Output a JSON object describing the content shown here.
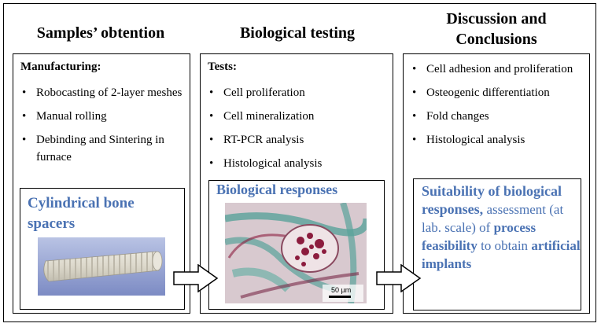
{
  "columns": [
    {
      "title": "Samples’ obtention",
      "panel_title": "Manufacturing:",
      "items": [
        "Robocasting of 2-layer meshes",
        "Manual rolling",
        "Debinding and Sintering in furnace"
      ],
      "inner_title": "Cylindrical bone spacers",
      "image_name": "cylindrical-spacer-photo"
    },
    {
      "title": "Biological testing",
      "panel_title": "Tests:",
      "items": [
        "Cell proliferation",
        "Cell mineralization",
        "RT-PCR analysis",
        "Histological analysis"
      ],
      "inner_title": "Biological responses",
      "image_name": "histology-micrograph",
      "scale_label": "50 µm"
    },
    {
      "title": "Discussion and Conclusions",
      "items": [
        "Cell adhesion and proliferation",
        "Osteogenic differentiation",
        "Fold changes",
        "Histological analysis"
      ],
      "conclusion": {
        "part1": "Suitability of biological responses,",
        "part2": " assessment (at lab. scale) of ",
        "part3": "process feasibility",
        "part4": " to obtain ",
        "part5": "artificial implants"
      }
    }
  ],
  "colors": {
    "accent": "#4a72b3",
    "border": "#000000",
    "micro_teal": "#5aa39a",
    "micro_red": "#8c1c3e"
  }
}
